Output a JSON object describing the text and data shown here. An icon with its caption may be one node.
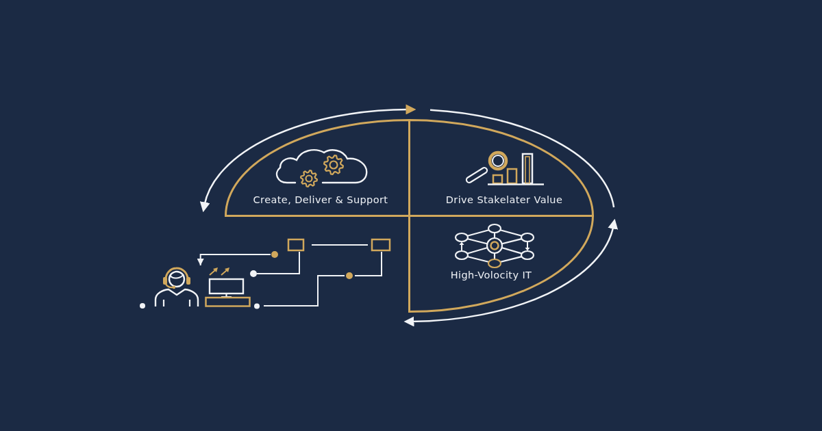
{
  "diagram": {
    "nodes": [
      {
        "text": [
          "Create, Deliver & Support"
        ]
      },
      {
        "text": [
          "Drive Stakelater Value"
        ]
      },
      {
        "text": [
          "High-Volocity IT"
        ]
      },
      {
        "text": [],
        "shape": "person"
      }
    ],
    "edges": [
      {
        "from": null,
        "to": 3,
        "arrow": "to"
      }
    ]
  }
}
